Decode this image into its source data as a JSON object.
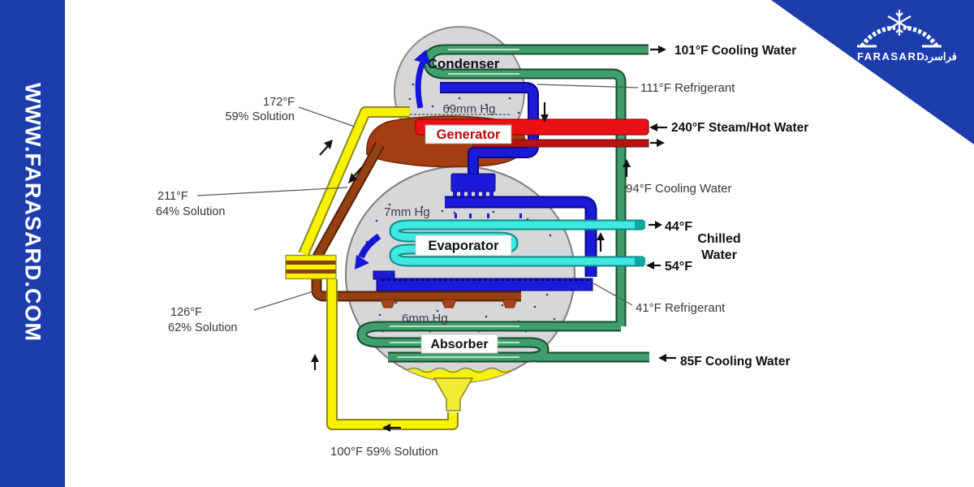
{
  "branding": {
    "sidebar_url": "WWW.FARASARD.COM",
    "logo_name": "FARASARD",
    "logo_name_arabic": "فراسرد"
  },
  "diagram": {
    "vessels": {
      "condenser": "Condenser",
      "generator": "Generator",
      "evaporator": "Evaporator",
      "absorber": "Absorber"
    },
    "pressures": {
      "condenser": "69mm Hg",
      "evaporator": "7mm Hg",
      "absorber": "6mm Hg"
    },
    "streams": {
      "cooling_water_out": "101°F Cooling Water",
      "refrigerant_hot": "111°F Refrigerant",
      "steam_hot_water": "240°F Steam/Hot Water",
      "cooling_water_mid": "94°F Cooling Water",
      "chilled_water_out": "44°F",
      "chilled_water_label_line1": "Chilled",
      "chilled_water_label_line2": "Water",
      "chilled_water_in": "54°F",
      "refrigerant_cold": "41°F Refrigerant",
      "cooling_water_in": "85F Cooling Water"
    },
    "solutions": {
      "to_generator_temp": "172°F",
      "to_generator_conc": "59% Solution",
      "from_generator_temp": "211°F",
      "from_generator_conc": "64% Solution",
      "to_absorber_temp": "126°F",
      "to_absorber_conc": "62% Solution",
      "from_absorber": "100°F 59% Solution"
    }
  },
  "colors": {
    "brand_blue": "#1d3dad",
    "vessel_gray": "#d7d7da",
    "cooling_water_green": "#3f9e6b",
    "steam_red": "#ea1016",
    "refrigerant_blue": "#1a1ad8",
    "chilled_cyan": "#3fe8e0",
    "solution_yellow": "#f8f100",
    "solution_brown": "#963f10"
  }
}
